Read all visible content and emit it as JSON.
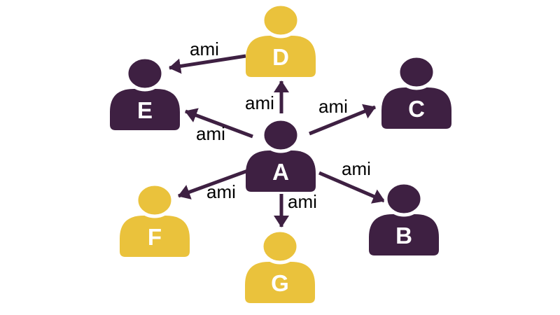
{
  "diagram": {
    "background": "#ffffff",
    "colors": {
      "purple": "#3E2042",
      "yellow": "#EAC23C",
      "arrow": "#3E2042",
      "edge_text": "#000000",
      "letter_text": "#ffffff"
    },
    "people": {
      "A": {
        "label": "A",
        "color": "#3E2042"
      },
      "B": {
        "label": "B",
        "color": "#3E2042"
      },
      "C": {
        "label": "C",
        "color": "#3E2042"
      },
      "D": {
        "label": "D",
        "color": "#EAC23C"
      },
      "E": {
        "label": "E",
        "color": "#3E2042"
      },
      "F": {
        "label": "F",
        "color": "#EAC23C"
      },
      "G": {
        "label": "G",
        "color": "#EAC23C"
      }
    },
    "edges": [
      {
        "from": "A",
        "to": "D",
        "label": "ami"
      },
      {
        "from": "D",
        "to": "E",
        "label": "ami"
      },
      {
        "from": "A",
        "to": "E",
        "label": "ami"
      },
      {
        "from": "A",
        "to": "C",
        "label": "ami"
      },
      {
        "from": "A",
        "to": "B",
        "label": "ami"
      },
      {
        "from": "A",
        "to": "F",
        "label": "ami"
      },
      {
        "from": "A",
        "to": "G",
        "label": "ami"
      }
    ]
  }
}
